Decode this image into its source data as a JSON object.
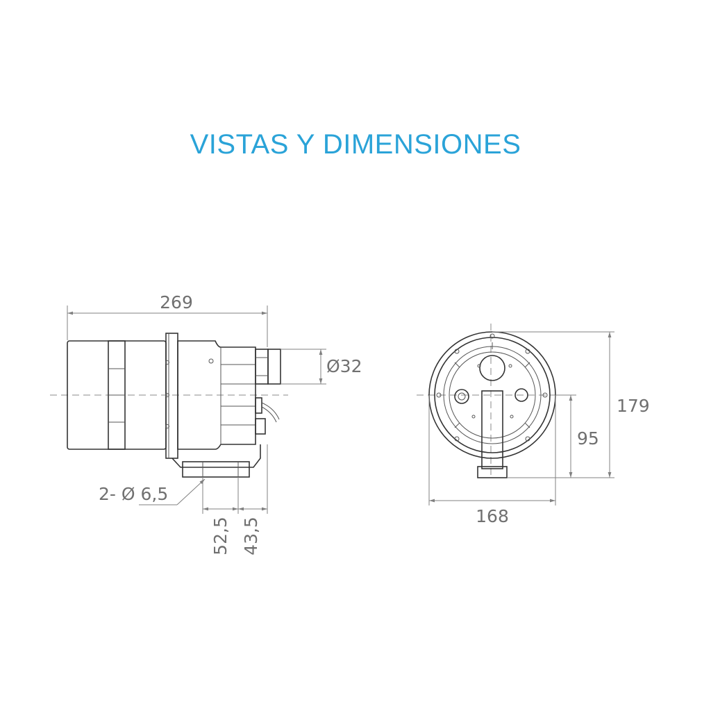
{
  "title": "VISTAS Y DIMENSIONES",
  "colors": {
    "title": "#2aa3d8",
    "line": "#333333",
    "dimension": "#707070"
  },
  "side_view": {
    "overall_length": "269",
    "outlet_diameter": "Ø32",
    "mount_holes": "2- Ø 6,5",
    "hole_spacing": "52,5",
    "hole_offset": "43,5"
  },
  "front_view": {
    "height": "179",
    "center_height": "95",
    "width": "168"
  }
}
